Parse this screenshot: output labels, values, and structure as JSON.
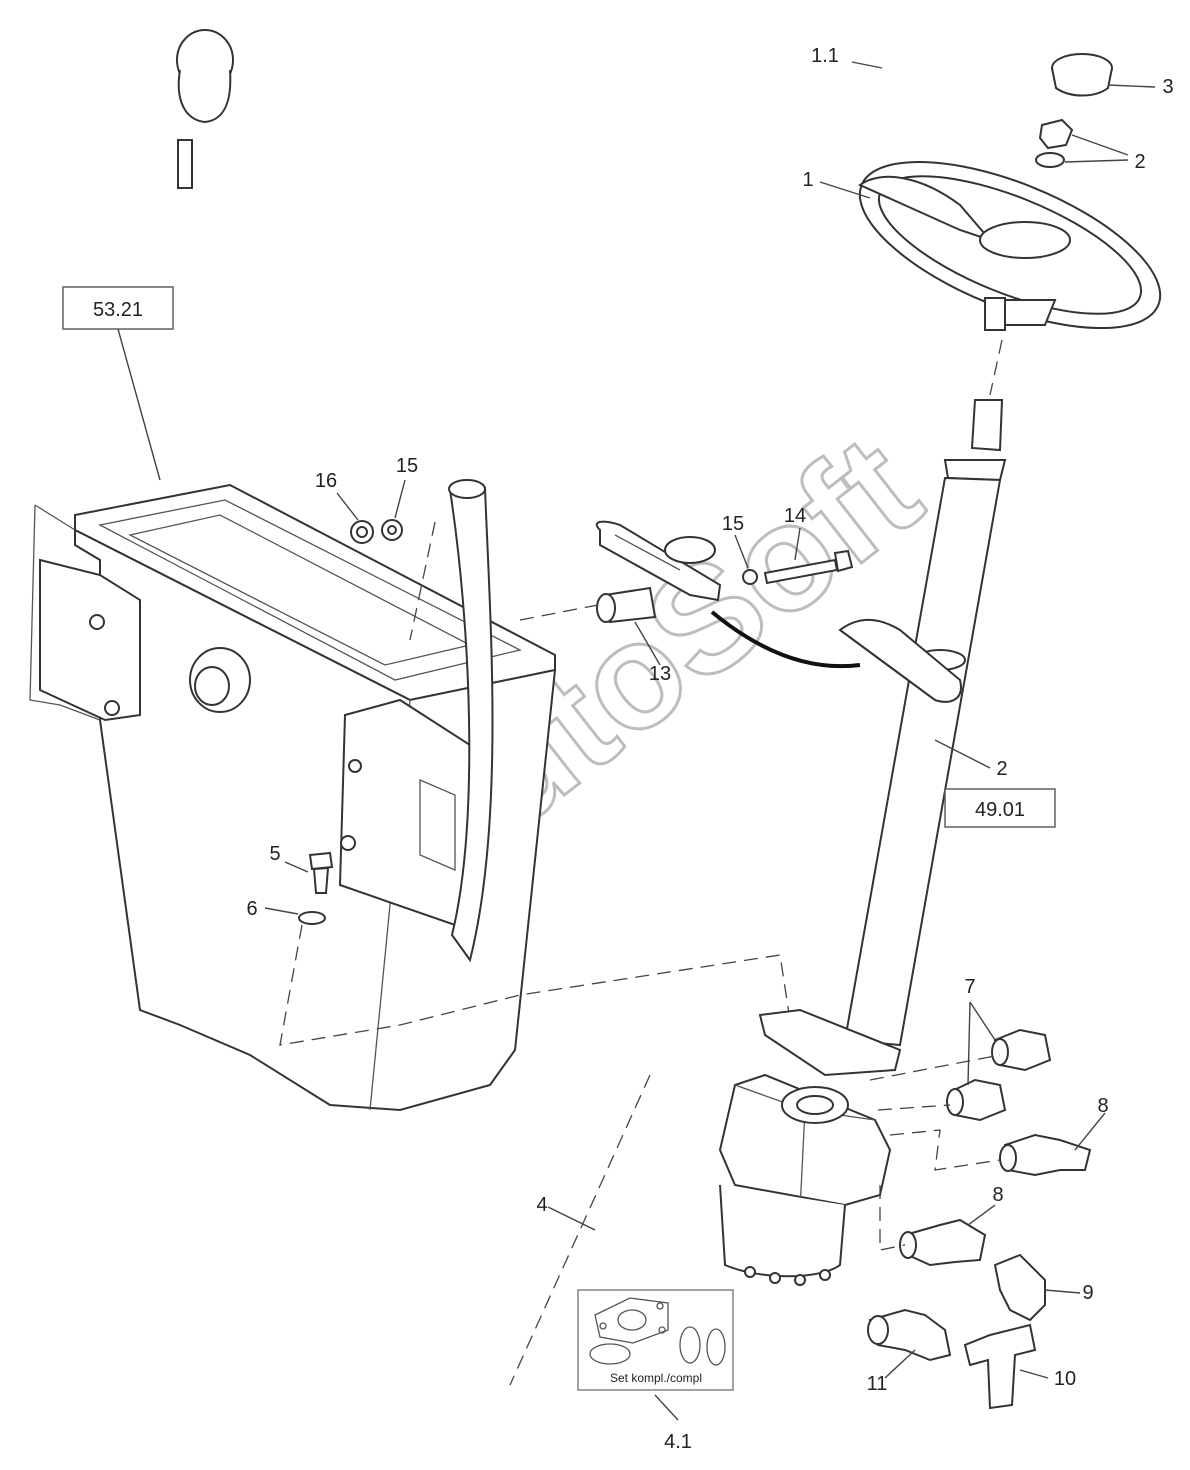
{
  "watermark": "AutoSoft",
  "ref_boxes": {
    "top_left": "53.21",
    "right": "49.01"
  },
  "kit_label": "Set kompl./compl",
  "callouts": {
    "c1_1": "1.1",
    "c1": "1",
    "c3": "3",
    "c2_top": "2",
    "c16": "16",
    "c15_left": "15",
    "c15_mid": "15",
    "c14": "14",
    "c13": "13",
    "c2_column": "2",
    "c5": "5",
    "c6": "6",
    "c7": "7",
    "c8_upper": "8",
    "c8_lower": "8",
    "c9": "9",
    "c10": "10",
    "c11": "11",
    "c4": "4",
    "c4_1": "4.1"
  }
}
